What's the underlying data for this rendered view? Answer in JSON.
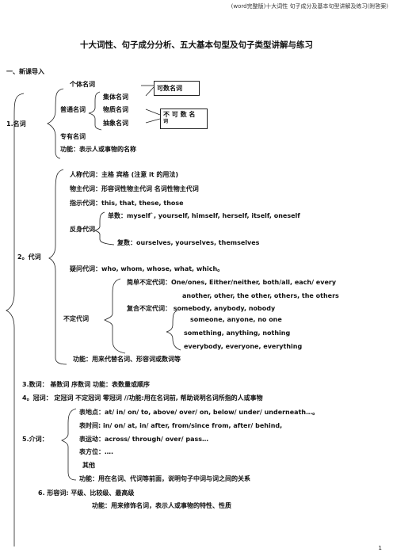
{
  "header": "(word完整版)十大词性 句子成分及基本句型讲解及练习(附答案)",
  "title": "十大词性、句子成分分析、五大基本句型及句子类型讲解与练习",
  "section1": "一、新课导入",
  "noun": {
    "label": "1.名词",
    "individual": "个体名词",
    "collective": "集体名词",
    "common": "普通名词",
    "material": "物质名词",
    "abstract": "抽象名词",
    "proper": "专有名词",
    "function": "功能：表示人或事物的名称",
    "countable": "可数名词",
    "uncountable": "不 可 数 名",
    "uncountable2": "词"
  },
  "pronoun": {
    "label": "2。代词",
    "personal": "人称代词：主格   宾格 (注意 it 的用法)",
    "possessive": "物主代词：形容词性物主代词    名词性物主代词",
    "demonstrative": "指示代词：this, that, these, those",
    "reflexive_label": "反身代词",
    "reflexive_singular": "单数：myself`,  yourself,  himself, herself,  itself,  oneself",
    "reflexive_plural": "复数：ourselves, yourselves, themselves",
    "interrogative": "疑问代词：who, whom, whose,  what, which。",
    "indefinite_label": "不定代词",
    "simple_indef": "简单不定代词：One/ones, Either/neither,  both/all, each/ every",
    "simple_indef2": "another, other,  the other, others, the others",
    "compound_indef": "复合不定代词：  somebody,  anybody, nobody",
    "compound2": "someone,  anyone, no one",
    "compound3": "something,  anything,  nothing",
    "compound4": "everybody, everyone, everything",
    "function": "功能：用来代替名词、形容词或数词等"
  },
  "numeral": "3.数词：  基数词    序数词     功能：表数量或顺序",
  "article": "4。冠词：  定冠词  不定冠词    零冠词  //功能:用在名词前, 帮助说明名词所指的人或事物",
  "prep": {
    "label": "5.介词：",
    "place": "表地点：at/ in/ on/ to, above/ over/ on,  below/ under/ underneath…。",
    "time": "表时间:  in/ on/ at,  in/ after, from/since from, after/ behind,",
    "motion": "表运动：across/ through/ over/ pass…",
    "direction": "表方位：….",
    "other": "其他",
    "function": "功能：用在名词、代词等前面，说明句子中词与词之间的关系"
  },
  "adjective": "6.  形容词:  平级、比较级、最高级",
  "adjective_function": "功能：用来修饰名词，表示人或事物的特性、性质",
  "page_number": "1"
}
